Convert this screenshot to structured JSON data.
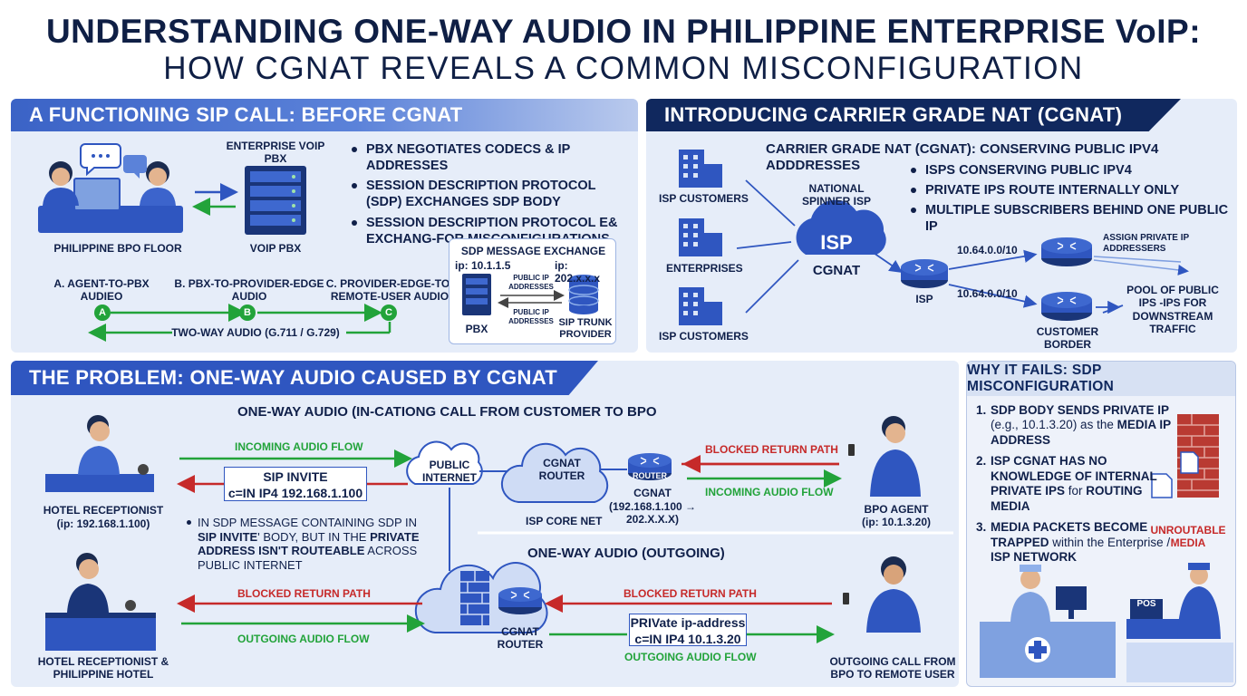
{
  "title": {
    "line1": "UNDERSTANDING ONE-WAY AUDIO IN PHILIPPINE ENTERPRISE VoIP:",
    "line2": "HOW CGNAT REVEALS A COMMON MISCONFIGURATION"
  },
  "panelA": {
    "banner": "A FUNCTIONING SIP CALL: BEFORE CGNAT",
    "bpo_floor": "PHILIPPINE BPO FLOOR",
    "enterprise_voip": "ENTERPRISE VOIP PBX",
    "voip_pbx": "VOIP PBX",
    "bullets": [
      "PBX NEGOTIATES CODECS & IP ADDRESSES",
      "SESSION DESCRIPTION PROTOCOL (SDP) EXCHANGES SDP BODY",
      "SESSION DESCRIPTION PROTOCOL E& EXCHANG-FOR MISCONFIGURATIONS"
    ],
    "leg_a": "A. AGENT-to-PBX AUDIEO",
    "leg_b": "B. PBX-to-PROVIDER-EDGE AUDIO",
    "leg_c": "C. PROVIDER-EDGE-to-REMOTE-USER AUDIO",
    "circle_a": "A",
    "circle_b": "B",
    "circle_c": "C",
    "two_way": "TWO-WAY AUDIO (G.711 / G.729)",
    "sdp": {
      "title": "SDP MESSAGE EXCHANGE",
      "ip_left": "ip: 10.1.1.5",
      "ip_right": "ip: 202.x.x.x",
      "public_ip": "PUBLIC IP ADDRESSES",
      "public_ip2": "PUBLIC IP ADDRESSES",
      "pbx": "PBX",
      "sip_trunk": "SIP TRUNK PROVIDER"
    }
  },
  "panelB": {
    "banner": "INTRODUCING CARRIER GRADE NAT (CGNAT)",
    "heading": "CARRIER GRADE NAT (CGNAT): CONSERVING PUBLIC IPv4 ADDDRESSES",
    "bullets": [
      "ISPs CONSERVING PUBLIC IPv4",
      "PRIVATE IPs ROUTE INTERNALLY ONLY",
      "MULTIPLE SUBSCRIBERS BEHIND ONE PUBLIC IP"
    ],
    "isp_customers_1": "ISP CUSTOMERS",
    "enterprises": "ENTERPRISES",
    "isp_customers_2": "ISP CUSTOMERS",
    "national": "NATIONAL SPINNER ISP",
    "isp_cloud": "ISP",
    "cgnat": "CGNAT",
    "isp_router": "ISP",
    "range1": "10.64.0.0/10",
    "range2": "10.64.0.0/10",
    "assign": "ASSIGN PRIVATE IP ADDRESSERS",
    "customer_border": "CUSTOMER BORDER",
    "pool": "POOL OF PUBLIC IPs -IPS FOR DOWNSTREAM TRAFFIC"
  },
  "panelC": {
    "banner": "THE PROBLEM: ONE-WAY AUDIO CAUSED BY CGNAT",
    "heading_in": "ONE⁡-WAY AUDIO (IN-CATIONG CALL FROM CUSTOMER TO BPO",
    "heading_out": "ONE-WAY AUDIO (OUTGOING)",
    "incoming_flow": "INCOMING AUDIO FLOW",
    "sip_invite_line1": "SIP INVITE",
    "sip_invite_line2": "c=IN IP4 192.168.1.100",
    "hotel_1": "HOTEL RECEPTIONIST",
    "hotel_1_ip": "(ip: 192.168.1.100)",
    "note_parts": {
      "a": "IN SDP MESSAGE CONTAINING SDP IN ",
      "b": "SIP INVITE",
      "c": "' BODY, BUT IN THE ",
      "d": "PRIVATE ADDRESS ISN'T ROUTEABLE",
      "e": " ACROSS PUBLIC INTERNET"
    },
    "public_internet": "PUBLIC INTERNET",
    "cgnat_router_1": "CGNAT ROUTER",
    "isp_core": "ISP CORE NET",
    "router_tag": "ROUTER",
    "cgnat_map_title": "CGNAT",
    "cgnat_map": "(192.168.1.100 → 202.x.x.x)",
    "blocked_1": "BLOCKED RETURN PATH",
    "incoming_flow_2": "INCOMING AUDIO FLOW",
    "bpo_agent": "BPO AGENT",
    "bpo_ip": "(ip: 10.1.3.20)",
    "blocked_2": "BLOCKED RETURN PATH",
    "outgoing_flow": "OUTGOING AUDIO FLOW",
    "hotel_2": "HOTEL RECEPTIONIST & PHILIPPINE HOTEL",
    "cgnat_router_2": "CGNAT ROUTER",
    "blocked_3": "BLOCKED RETURN PATH",
    "private_box_1": "PRIVate ip-address",
    "private_box_2": "c=IN IP4 10.1.3.20",
    "outgoing_flow_2": "OUTGOING AUDIO FLOW",
    "outgoing_call": "OUTGOING CALL FROM BPO TO REMOTE USER"
  },
  "panelD": {
    "banner": "WHY IT FAILS: SDP MISCONFIGURATION",
    "items": [
      {
        "n": "1.",
        "a": "SDP BODY SENDS PRIVATE IP",
        "b": "(e.g., 10.1.3.20) as the ",
        "c": "MEDIA IP ADDRESS"
      },
      {
        "n": "2.",
        "a": "ISP CGNAT HAS NO KNOWLEDGE OF INTERNAL PRIVATE IPs",
        "b": " for ",
        "c": "ROUTING MEDIA"
      },
      {
        "n": "3.",
        "a": "MEDIA PACKETS BECOME TRAPPED",
        "b": " within the Enterprise / ",
        "c": "ISP NETWORK"
      }
    ],
    "unroutable": "UNROUTABLE MEDIA",
    "pos": "POS"
  },
  "colors": {
    "navy": "#10285e",
    "blue": "#2f56c0",
    "green": "#22a33a",
    "red": "#c62a2a",
    "panel": "#e6edf9"
  }
}
